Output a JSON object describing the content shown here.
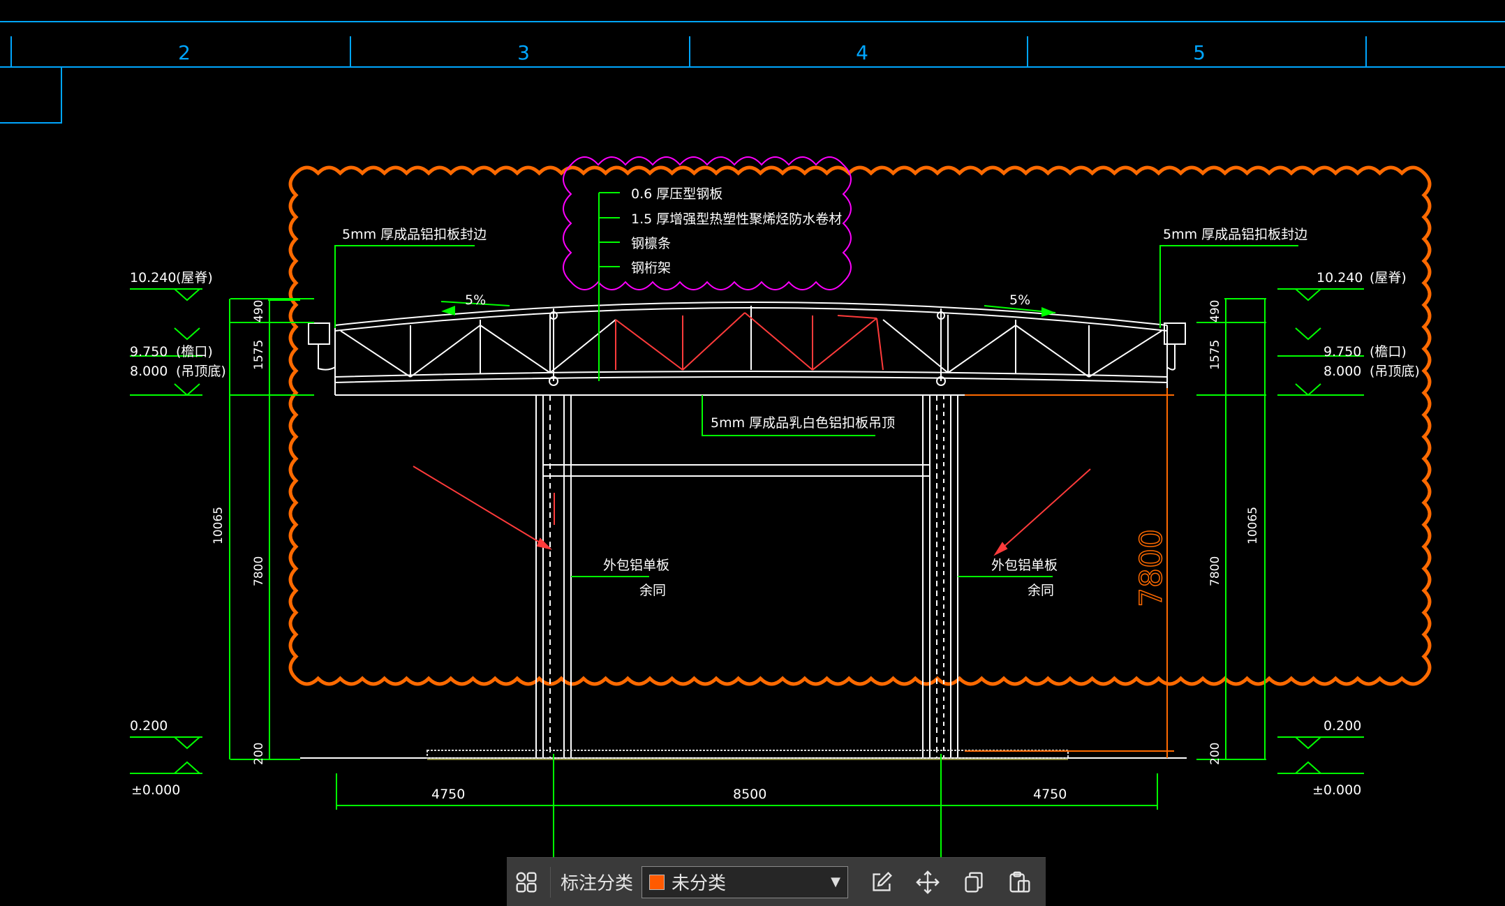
{
  "grid_axes": [
    "2",
    "3",
    "4",
    "5"
  ],
  "annotations": {
    "roof_layers": [
      "0.6 厚压型钢板",
      "1.5 厚增强型热塑性聚烯烃防水卷材",
      "钢檩条",
      "钢桁架"
    ],
    "left_edge_note": "5mm  厚成品铝扣板封边",
    "right_edge_note": "5mm  厚成品铝扣板封边",
    "ceiling_note": "5mm  厚成品乳白色铝扣板吊顶",
    "left_slope": "5%",
    "right_slope": "5%",
    "column_note_left": "外包铝单板",
    "column_note_left_sub": "余同",
    "column_note_right": "外包铝单板",
    "column_note_right_sub": "余同"
  },
  "elevations": {
    "ridge": "10.240",
    "ridge_label": "(屋脊)",
    "eave": "9.750",
    "eave_label": "(檐口)",
    "ceiling": "8.000",
    "ceiling_label": "(吊顶底)",
    "floor": "0.200",
    "ground": "±0.000"
  },
  "dimensions": {
    "v_490": "490",
    "v_1575": "1575",
    "v_7800": "7800",
    "v_200": "200",
    "v_total": "10065",
    "clear_height": "7800",
    "h_left": "4750",
    "h_mid": "8500",
    "h_right": "4750"
  },
  "toolbar": {
    "label": "标注分类",
    "selected": "未分类",
    "selected_color": "#ff5a00"
  },
  "colors": {
    "grid_line": "#00a6ff",
    "dimension": "#00ff00",
    "structure": "#ffffff",
    "revision_cloud": "#ff6a00",
    "layer_cloud": "#ff00ff",
    "member_red": "#ff3b3b"
  }
}
